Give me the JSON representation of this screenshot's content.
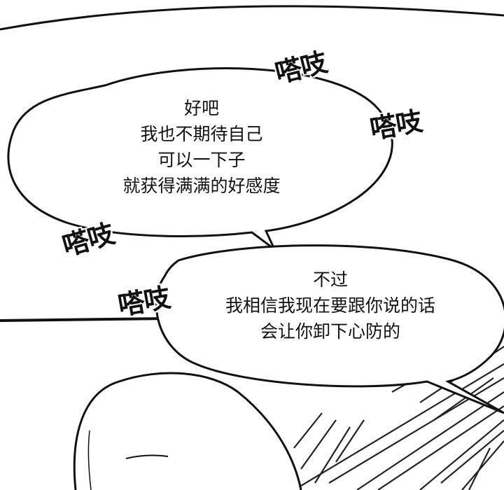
{
  "speech_bubble_1": {
    "lines": [
      "好吧",
      "我也不期待自己",
      "可以一下子",
      "就获得满满的好感度"
    ]
  },
  "speech_bubble_2": {
    "lines": [
      "不过",
      "我相信我现在要跟你说的话",
      "会让你卸下心防的"
    ]
  },
  "sound_effects": [
    "嗒吱",
    "嗒吱",
    "嗒吱",
    "嗒吱"
  ]
}
